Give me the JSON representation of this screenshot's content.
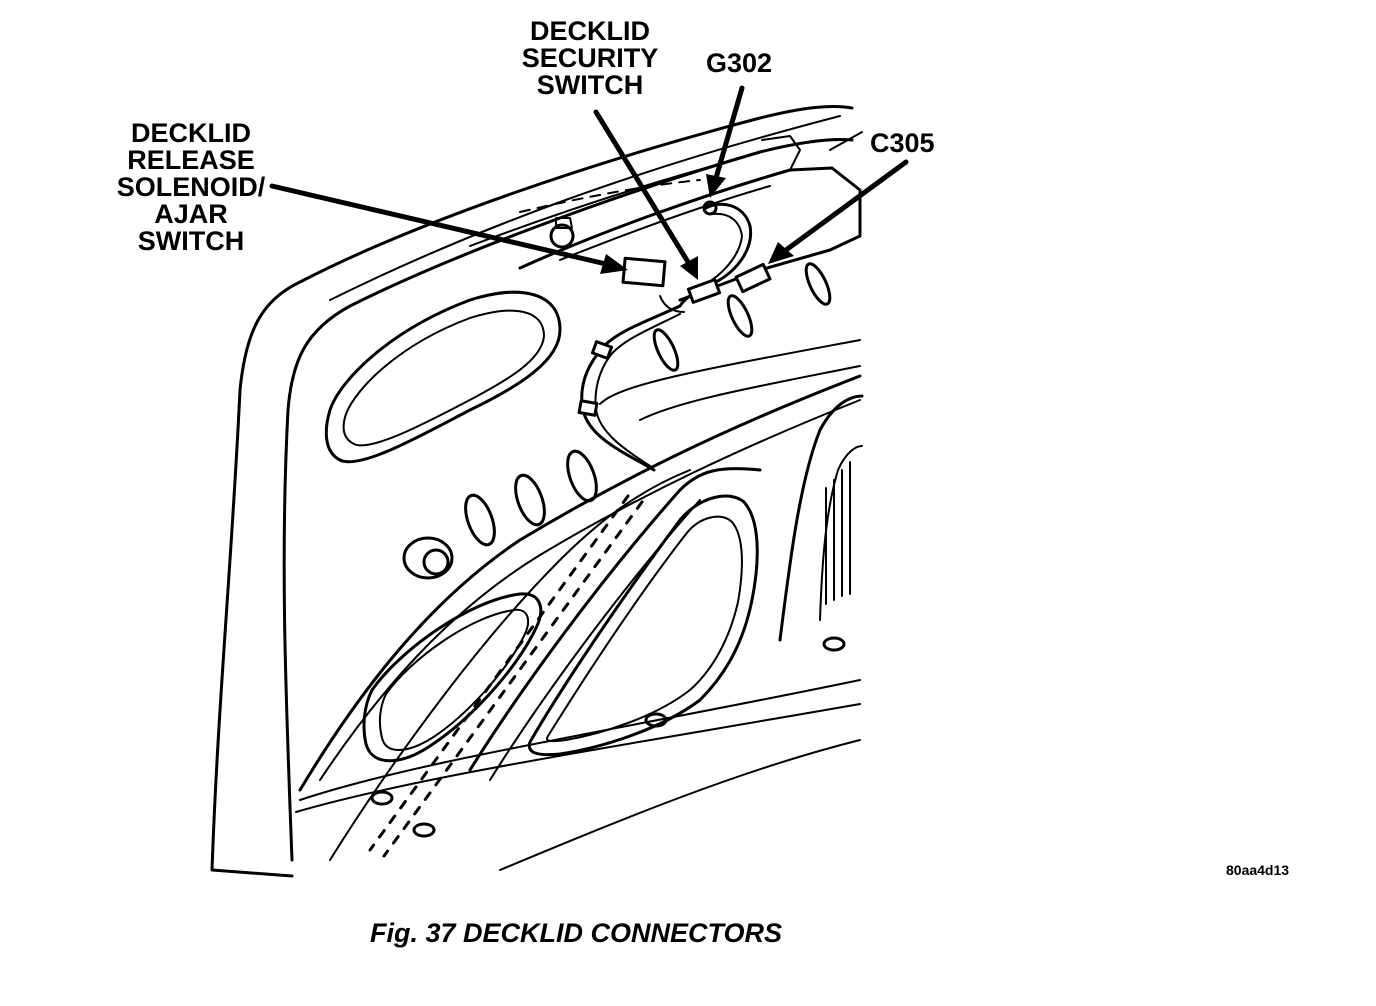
{
  "callouts": {
    "release_solenoid": [
      "DECKLID",
      "RELEASE",
      "SOLENOID/",
      "AJAR",
      "SWITCH"
    ],
    "security_switch": [
      "DECKLID",
      "SECURITY",
      "SWITCH"
    ],
    "ground": "G302",
    "connector": "C305"
  },
  "reference_code": "80aa4d13",
  "caption": "Fig. 37 DECKLID CONNECTORS"
}
